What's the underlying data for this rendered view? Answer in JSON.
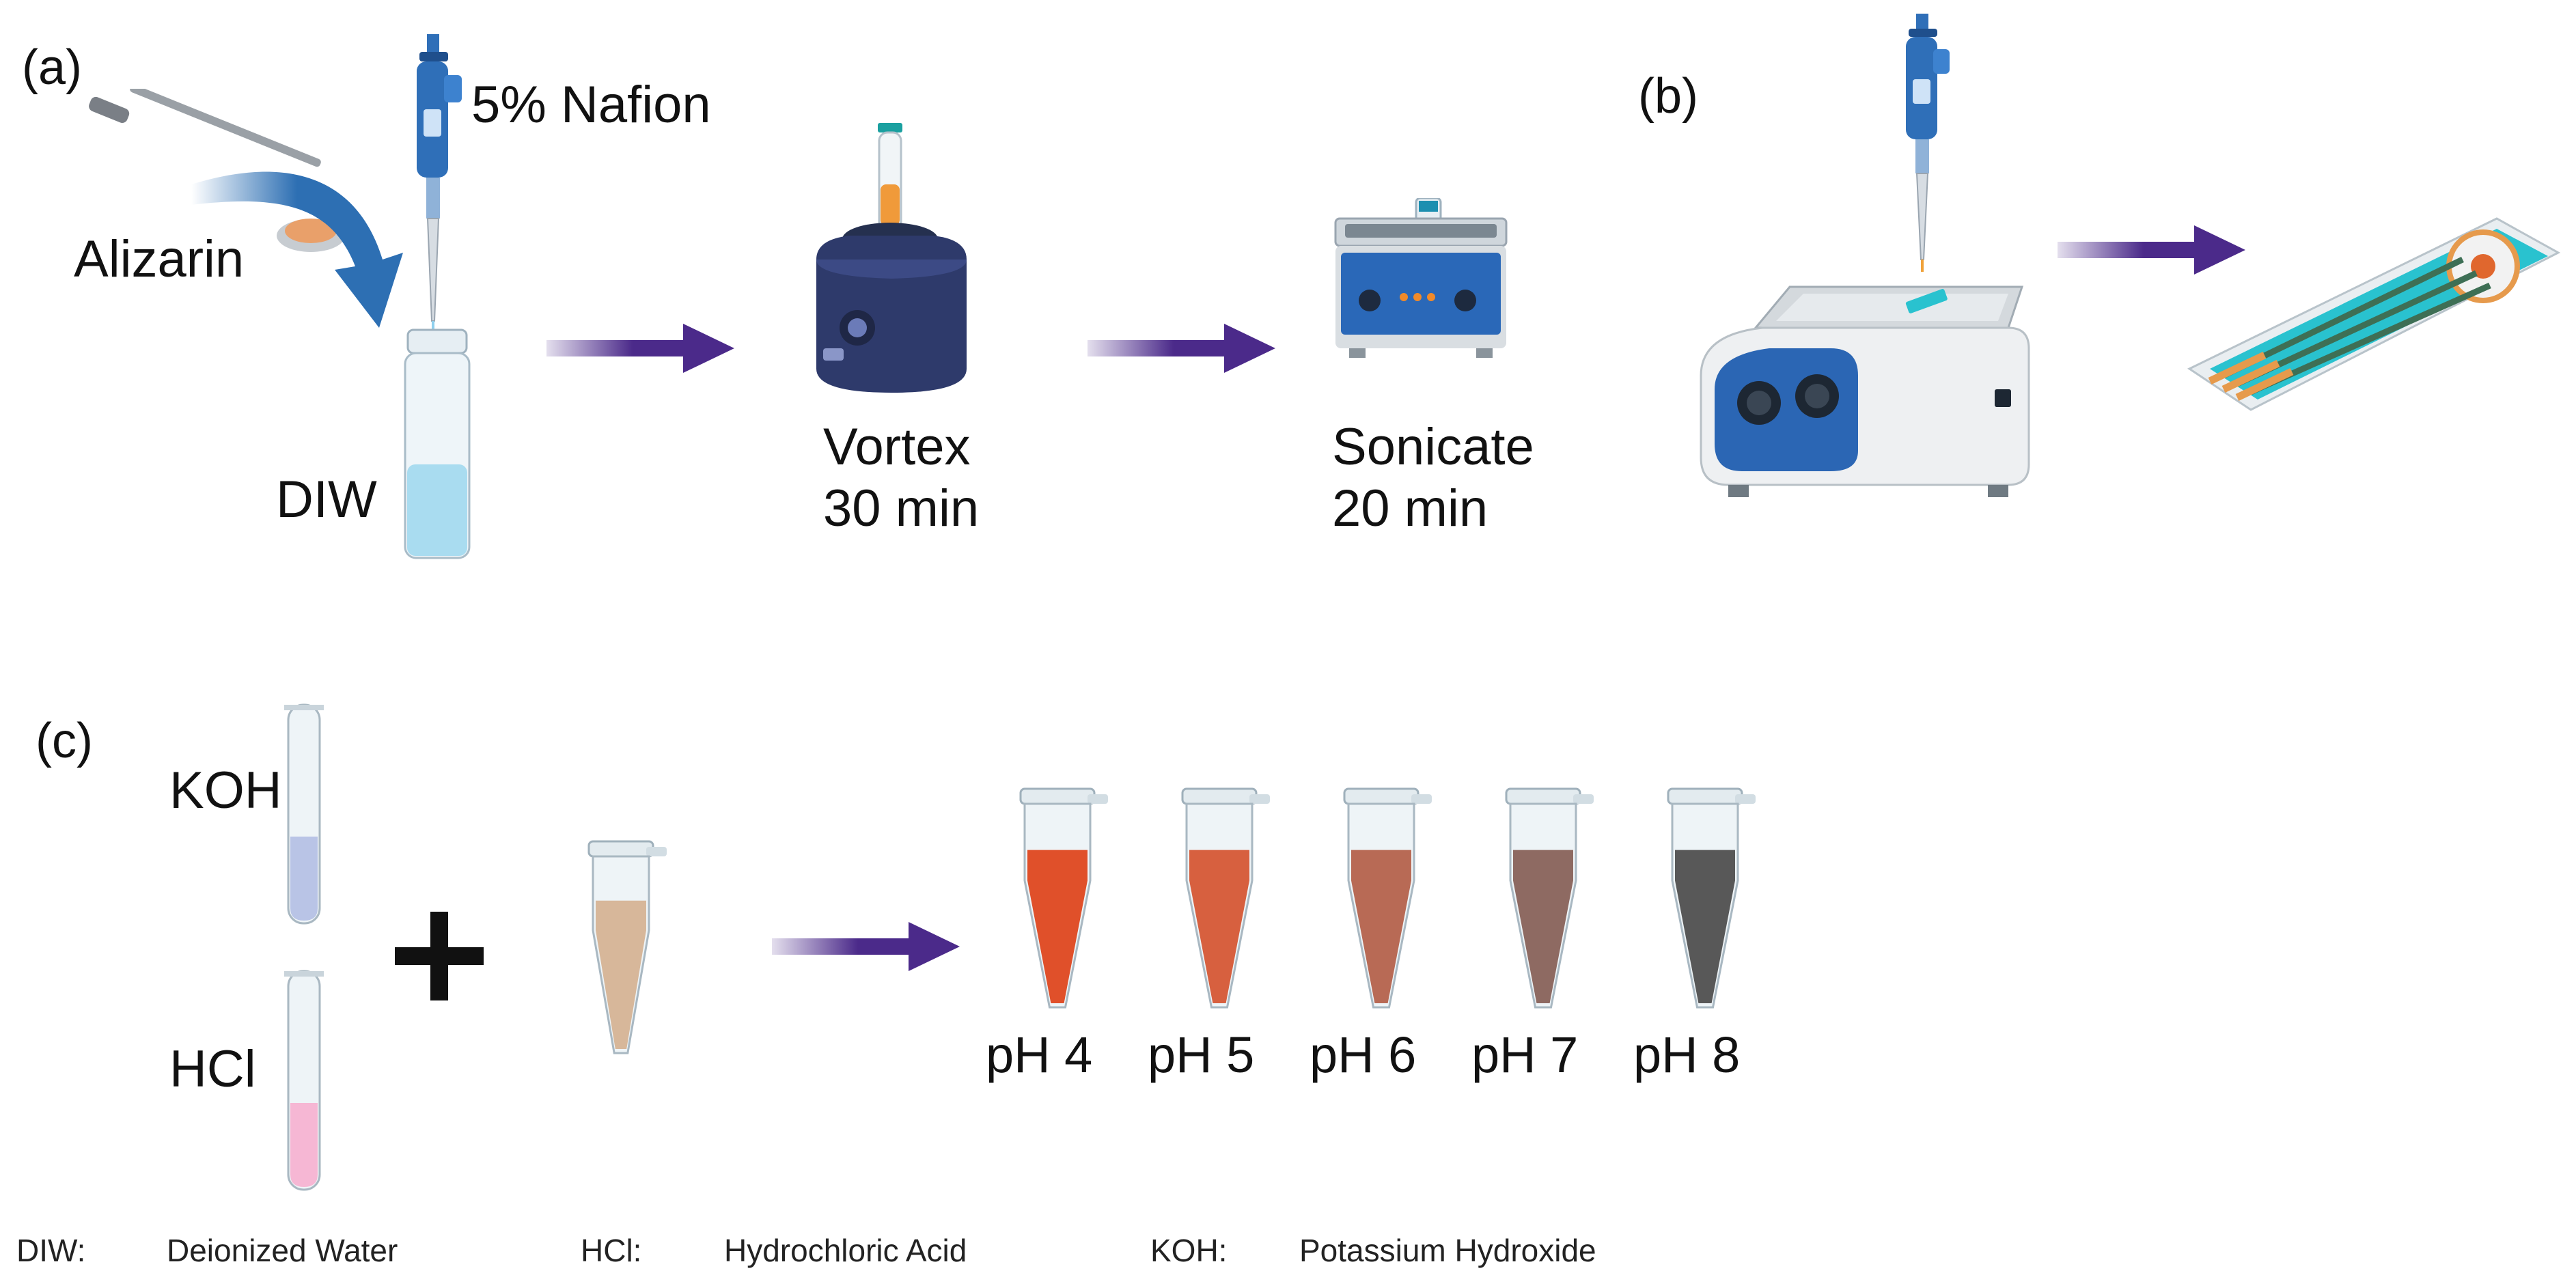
{
  "panels": {
    "a": "(a)",
    "b": "(b)",
    "c": "(c)"
  },
  "panel_a": {
    "nafion_label": "5% Nafion",
    "alizarin_label": "Alizarin",
    "diw_label": "DIW",
    "vortex": {
      "line1": "Vortex",
      "line2": "30 min"
    },
    "sonicate": {
      "line1": "Sonicate",
      "line2": "20 min"
    }
  },
  "panel_c": {
    "koh_label": "KOH",
    "hcl_label": "HCl",
    "plus": "+",
    "ph_labels": [
      "pH 4",
      "pH 5",
      "pH 6",
      "pH 7",
      "pH 8"
    ]
  },
  "legend": [
    {
      "abbr": "DIW:",
      "full": "Deionized Water"
    },
    {
      "abbr": "HCl:",
      "full": "Hydrochloric Acid"
    },
    {
      "abbr": "KOH:",
      "full": "Potassium Hydroxide"
    }
  ],
  "colors": {
    "arrow": "#4b2a8a",
    "pipette_blue": "#2f6fb8",
    "vortex_navy": "#2e3a6b",
    "sonicator_blue": "#2a68b8",
    "hotplate_blue": "#2b66b4",
    "electrode_cyan": "#29c2cf",
    "electrode_orange": "#e69a4c",
    "koh_liquid": "#b9c4e6",
    "hcl_liquid": "#f6b7d4",
    "mix_liquid": "#d7b79a",
    "ph4": "#e0502a",
    "ph5": "#d7603f",
    "ph6": "#b86a55",
    "ph7": "#8e6a62",
    "ph8": "#585858"
  },
  "icons": [
    "pipette-icon",
    "spatula-icon",
    "curved-arrow-icon",
    "vial-icon",
    "vortex-mixer-icon",
    "sonicator-icon",
    "hotplate-icon",
    "screen-printed-electrode-icon",
    "test-tube-icon",
    "plus-icon",
    "microcentrifuge-tube-icon",
    "process-arrow-icon"
  ]
}
